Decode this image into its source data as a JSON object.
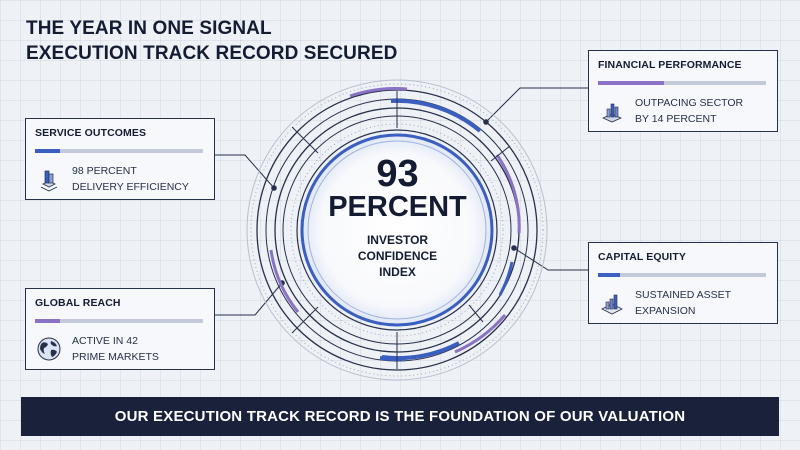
{
  "title": {
    "line1": "THE YEAR IN ONE SIGNAL",
    "line2": "EXECUTION TRACK RECORD SECURED"
  },
  "center": {
    "value": "93",
    "unit": "PERCENT",
    "label_lines": [
      "INVESTOR",
      "CONFIDENCE",
      "INDEX"
    ]
  },
  "cards": {
    "service": {
      "title": "SERVICE OUTCOMES",
      "lines": [
        "98 PERCENT",
        "DELIVERY EFFICIENCY"
      ],
      "icon": "server-stack-icon",
      "accent": "#3b5fc0",
      "bar_fill": 0.15
    },
    "global": {
      "title": "GLOBAL REACH",
      "lines": [
        "ACTIVE IN 42",
        "PRIME MARKETS"
      ],
      "icon": "globe-icon",
      "accent": "#8a72c4",
      "bar_fill": 0.15
    },
    "financial": {
      "title": "FINANCIAL PERFORMANCE",
      "lines": [
        "OUTPACING SECTOR",
        "BY 14 PERCENT"
      ],
      "icon": "bar-chart-icon",
      "accent": "#8a72c4",
      "bar_fill": 0.39
    },
    "capital": {
      "title": "CAPITAL EQUITY",
      "lines": [
        "SUSTAINED ASSET",
        "EXPANSION"
      ],
      "icon": "asset-chart-icon",
      "accent": "#3b5fc0",
      "bar_fill": 0.13
    }
  },
  "banner": {
    "text": "OUR EXECUTION TRACK RECORD IS THE FOUNDATION OF OUR VALUATION"
  },
  "colors": {
    "navy": "#19223a",
    "blue": "#3b5fc0",
    "purple": "#8a72c4",
    "background": "#eef1f5"
  }
}
